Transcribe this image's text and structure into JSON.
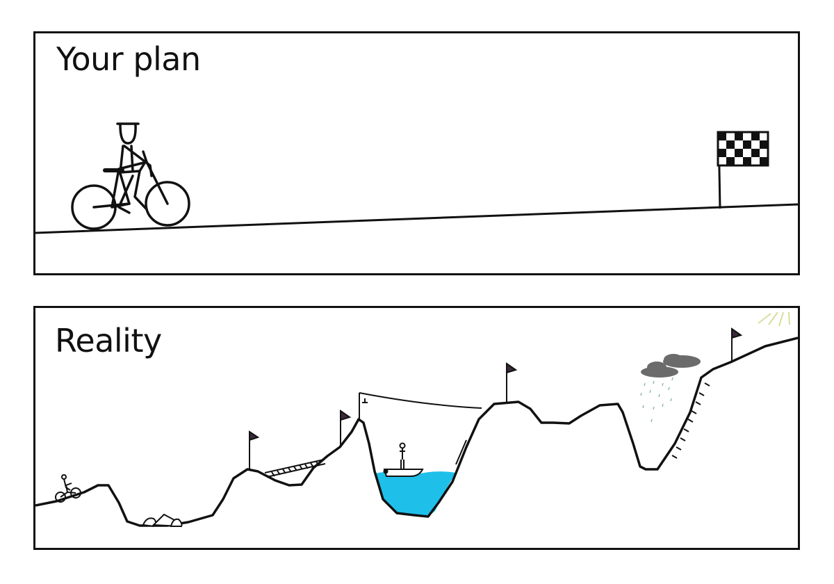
{
  "panels": [
    {
      "id": "plan",
      "title": "Your plan",
      "elements": [
        "cyclist",
        "smooth-slope",
        "checkered-finish-flag"
      ]
    },
    {
      "id": "reality",
      "title": "Reality",
      "elements": [
        "small-cyclist",
        "rocks-in-valley",
        "flag",
        "rope-bridge",
        "flag",
        "zipline",
        "lake-with-boat-and-person",
        "flag",
        "storm-cloud-with-rain",
        "ladder-on-slope",
        "summit-flag",
        "sun-rays"
      ]
    }
  ],
  "colors": {
    "ink": "#111111",
    "water": "#1ec0ea",
    "cloud": "#6b6b6b",
    "rain": "#8fb5b8",
    "sun": "#d8de9a",
    "flag": "#3a2a3a"
  }
}
